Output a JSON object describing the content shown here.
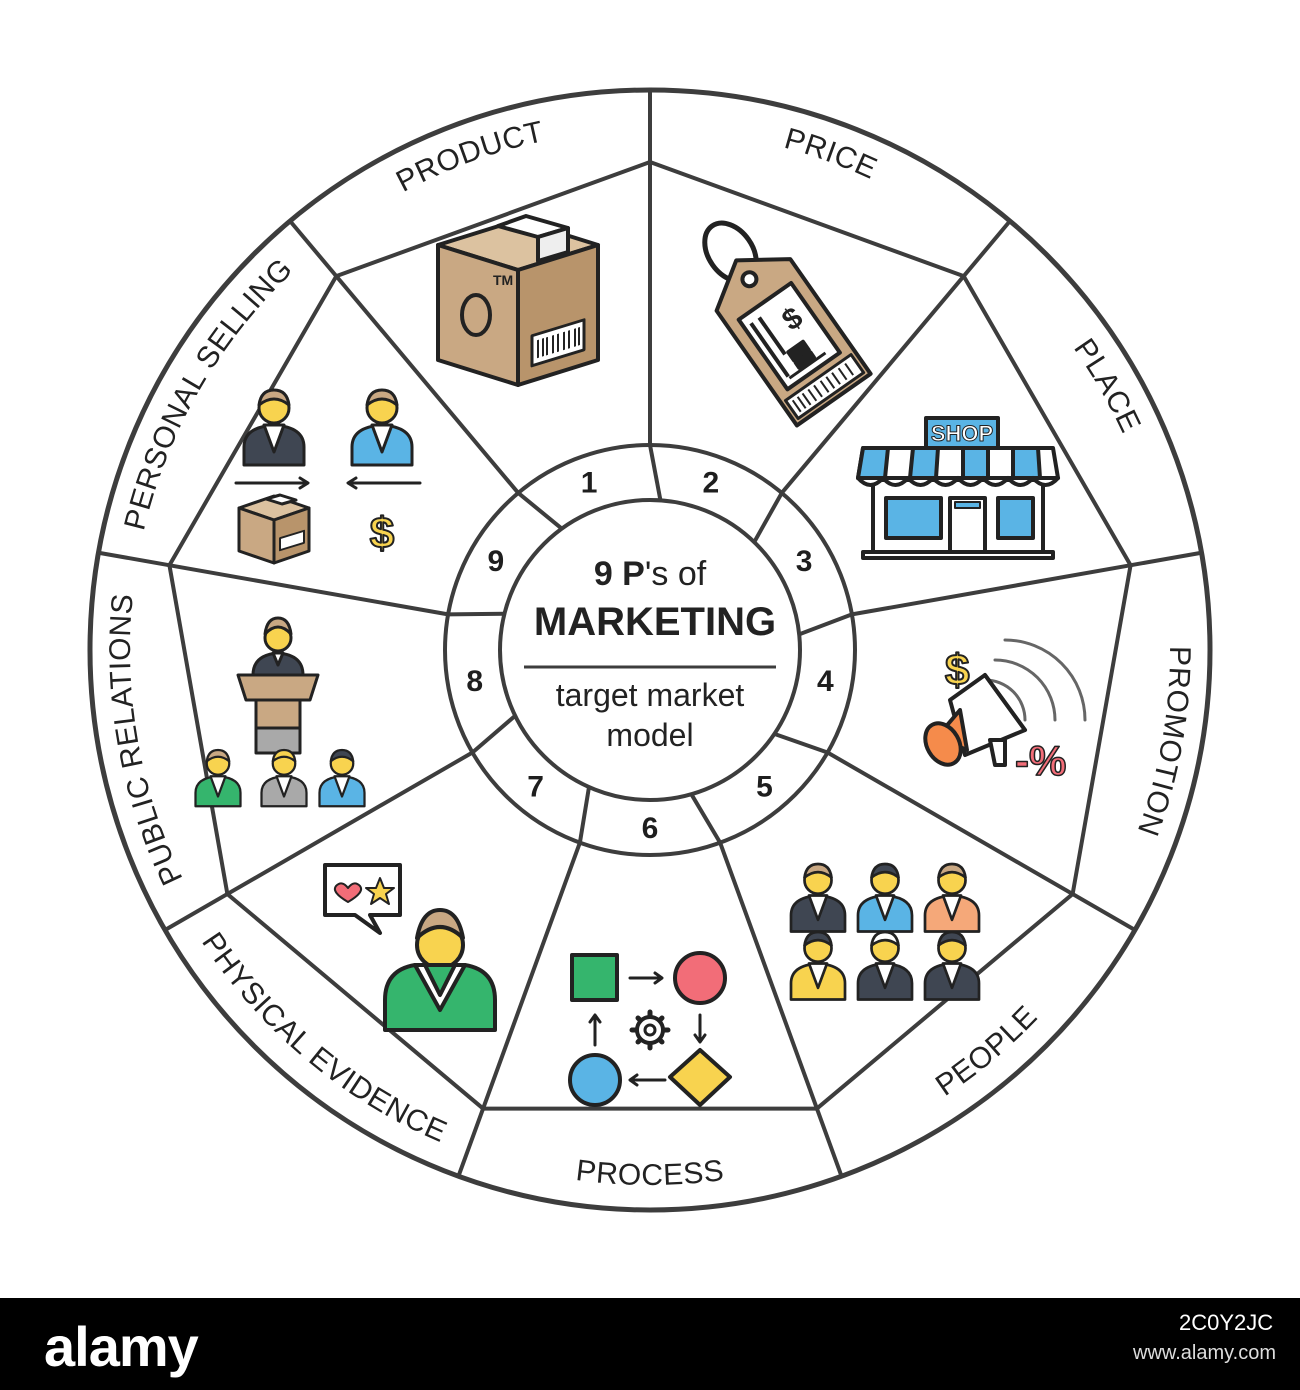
{
  "center": {
    "title_line1_bold": "9 P",
    "title_line1_rest": "'s of",
    "title_line2": "MARKETING",
    "subtitle_line1": "target market",
    "subtitle_line2": "model"
  },
  "segments": [
    {
      "number": "1",
      "label": "PRODUCT",
      "icon": "box-icon"
    },
    {
      "number": "2",
      "label": "PRICE",
      "icon": "price-tag-icon"
    },
    {
      "number": "3",
      "label": "PLACE",
      "icon": "shop-icon"
    },
    {
      "number": "4",
      "label": "PROMOTION",
      "icon": "megaphone-icon"
    },
    {
      "number": "5",
      "label": "PEOPLE",
      "icon": "people-group-icon"
    },
    {
      "number": "6",
      "label": "PROCESS",
      "icon": "process-flow-icon"
    },
    {
      "number": "7",
      "label": "PHYSICAL EVIDENCE",
      "icon": "review-person-icon"
    },
    {
      "number": "8",
      "label": "PUBLIC RELATIONS",
      "icon": "speaker-audience-icon"
    },
    {
      "number": "9",
      "label": "PERSONAL SELLING",
      "icon": "salesperson-exchange-icon"
    }
  ],
  "icon_text": {
    "shop_sign": "SHOP",
    "trademark": "TM",
    "dollar": "$",
    "discount": "-%"
  },
  "footer": {
    "logo": "alamy",
    "image_id": "2C0Y2JC",
    "url": "www.alamy.com"
  },
  "colors": {
    "ring_line": "#3d3d3d",
    "box_brown": "#c9a883",
    "blue": "#5ab4e5",
    "green": "#35b56d",
    "red": "#f26d78",
    "yellow": "#f8d34f",
    "orange": "#f58b4b",
    "dark_suit": "#3f4652",
    "gray": "#a9a9a9"
  }
}
